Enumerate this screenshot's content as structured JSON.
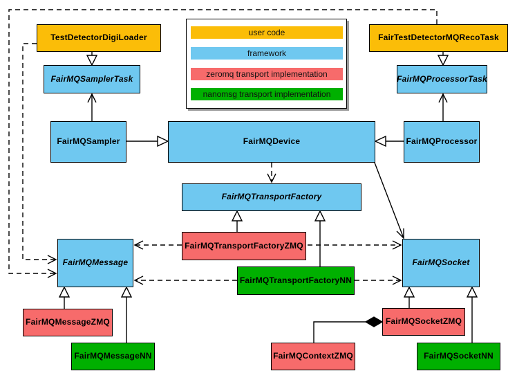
{
  "colors": {
    "user_code": "#FBBD08",
    "framework": "#6FC8F0",
    "zeromq": "#F76B6B",
    "nanomsg": "#00B000",
    "border": "#000000",
    "background": "#FFFFFF"
  },
  "legend": {
    "items": [
      {
        "label": "user code",
        "color": "#FBBD08"
      },
      {
        "label": "framework",
        "color": "#6FC8F0"
      },
      {
        "label": "zeromq transport implementation",
        "color": "#F76B6B"
      },
      {
        "label": "nanomsg transport implementation",
        "color": "#00B000"
      }
    ]
  },
  "nodes": {
    "test_detector_digi_loader": {
      "label": "TestDetectorDigiLoader",
      "category": "user code",
      "abstract": false
    },
    "fair_test_detector_mq_reco_task": {
      "label": "FairTestDetectorMQRecoTask",
      "category": "user code",
      "abstract": false
    },
    "fair_mq_sampler_task": {
      "label": "FairMQSamplerTask",
      "category": "framework",
      "abstract": true
    },
    "fair_mq_processor_task": {
      "label": "FairMQProcessorTask",
      "category": "framework",
      "abstract": true
    },
    "fair_mq_sampler": {
      "label": "FairMQSampler",
      "category": "framework",
      "abstract": false
    },
    "fair_mq_device": {
      "label": "FairMQDevice",
      "category": "framework",
      "abstract": false
    },
    "fair_mq_processor": {
      "label": "FairMQProcessor",
      "category": "framework",
      "abstract": false
    },
    "fair_mq_transport_factory": {
      "label": "FairMQTransportFactory",
      "category": "framework",
      "abstract": true
    },
    "fair_mq_transport_factory_zmq": {
      "label": "FairMQTransportFactoryZMQ",
      "category": "zeromq",
      "abstract": false
    },
    "fair_mq_transport_factory_nn": {
      "label": "FairMQTransportFactoryNN",
      "category": "nanomsg",
      "abstract": false
    },
    "fair_mq_message": {
      "label": "FairMQMessage",
      "category": "framework",
      "abstract": true
    },
    "fair_mq_socket": {
      "label": "FairMQSocket",
      "category": "framework",
      "abstract": true
    },
    "fair_mq_message_zmq": {
      "label": "FairMQMessageZMQ",
      "category": "zeromq",
      "abstract": false
    },
    "fair_mq_message_nn": {
      "label": "FairMQMessageNN",
      "category": "nanomsg",
      "abstract": false
    },
    "fair_mq_context_zmq": {
      "label": "FairMQContextZMQ",
      "category": "zeromq",
      "abstract": false
    },
    "fair_mq_socket_zmq": {
      "label": "FairMQSocketZMQ",
      "category": "zeromq",
      "abstract": false
    },
    "fair_mq_socket_nn": {
      "label": "FairMQSocketNN",
      "category": "nanomsg",
      "abstract": false
    }
  },
  "relationships": [
    {
      "from": "TestDetectorDigiLoader",
      "to": "FairMQSamplerTask",
      "type": "inheritance"
    },
    {
      "from": "FairTestDetectorMQRecoTask",
      "to": "FairMQProcessorTask",
      "type": "inheritance"
    },
    {
      "from": "FairMQSampler",
      "to": "FairMQDevice",
      "type": "inheritance"
    },
    {
      "from": "FairMQProcessor",
      "to": "FairMQDevice",
      "type": "inheritance"
    },
    {
      "from": "FairMQSampler",
      "to": "FairMQSamplerTask",
      "type": "association"
    },
    {
      "from": "FairMQProcessor",
      "to": "FairMQProcessorTask",
      "type": "association"
    },
    {
      "from": "FairMQDevice",
      "to": "FairMQTransportFactory",
      "type": "dependency"
    },
    {
      "from": "FairMQDevice",
      "to": "FairMQSocket",
      "type": "association"
    },
    {
      "from": "FairMQTransportFactoryZMQ",
      "to": "FairMQTransportFactory",
      "type": "inheritance"
    },
    {
      "from": "FairMQTransportFactoryNN",
      "to": "FairMQTransportFactory",
      "type": "inheritance"
    },
    {
      "from": "FairMQTransportFactoryZMQ",
      "to": "FairMQMessage",
      "type": "dependency"
    },
    {
      "from": "FairMQTransportFactoryZMQ",
      "to": "FairMQSocket",
      "type": "dependency"
    },
    {
      "from": "FairMQTransportFactoryNN",
      "to": "FairMQMessage",
      "type": "dependency"
    },
    {
      "from": "FairMQTransportFactoryNN",
      "to": "FairMQSocket",
      "type": "dependency"
    },
    {
      "from": "TestDetectorDigiLoader",
      "to": "FairMQMessage",
      "type": "dependency"
    },
    {
      "from": "FairTestDetectorMQRecoTask",
      "to": "FairMQMessage",
      "type": "dependency"
    },
    {
      "from": "FairMQMessageZMQ",
      "to": "FairMQMessage",
      "type": "inheritance"
    },
    {
      "from": "FairMQMessageNN",
      "to": "FairMQMessage",
      "type": "inheritance"
    },
    {
      "from": "FairMQSocketZMQ",
      "to": "FairMQSocket",
      "type": "inheritance"
    },
    {
      "from": "FairMQSocketNN",
      "to": "FairMQSocket",
      "type": "inheritance"
    },
    {
      "from": "FairMQSocketZMQ",
      "to": "FairMQContextZMQ",
      "type": "composition"
    }
  ]
}
